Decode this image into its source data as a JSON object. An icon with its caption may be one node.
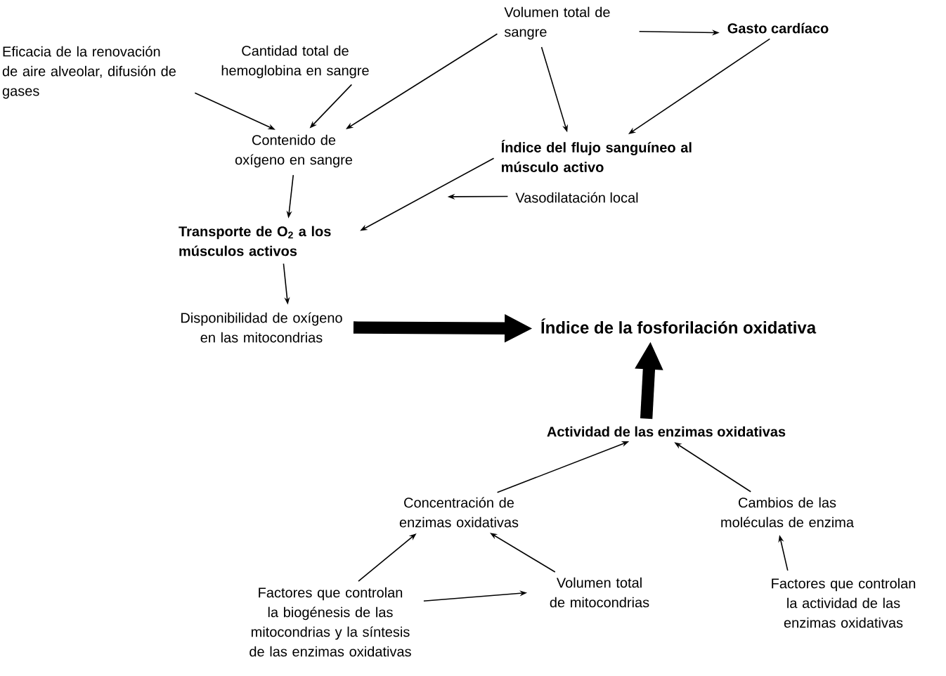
{
  "diagram": {
    "nodes": [
      {
        "text": [
          "Eficacia de la renovación de aire alveolar, difusión de gases"
        ]
      },
      {
        "text": [
          "Cantidad total de hemoglobina en sangre"
        ]
      },
      {
        "text": [
          "Volumen total de sangre"
        ]
      },
      {
        "text": [
          "Gasto cardíaco"
        ]
      },
      {
        "text": [
          "Contenido de oxígeno en sangre"
        ]
      },
      {
        "text": [
          "Índice del flujo sanguíneo al músculo activo"
        ]
      },
      {
        "text": [
          "Vasodilatación local"
        ]
      },
      {
        "text": [
          "Transporte de O$_{2}$ a los músculos activos"
        ]
      },
      {
        "text": [
          "Disponibilidad de oxígeno en las mitocondrias"
        ]
      },
      {
        "text": [
          "Índice de la fosforilación oxidativa"
        ]
      },
      {
        "text": [
          "Actividad de las enzimas oxidativas"
        ]
      },
      {
        "text": [
          "Concentración de enzimas oxidativas"
        ]
      },
      {
        "text": [
          "Cambios de las moléculas de enzima"
        ]
      },
      {
        "text": [
          "Factores que controlan la biogénesis de las mitocondrias y la síntesis de las enzimas oxidativas"
        ]
      },
      {
        "text": [
          "Volumen total de mitocondrias"
        ]
      },
      {
        "text": [
          "Factores que controlan la actividad de las enzimas oxidativas"
        ]
      }
    ],
    "edges": [
      {
        "from": 0,
        "to": 4,
        "arrow": "to"
      },
      {
        "from": 1,
        "to": 4,
        "arrow": "to"
      },
      {
        "from": 2,
        "to": 4,
        "arrow": "to"
      },
      {
        "from": 2,
        "to": 3,
        "arrow": "to"
      },
      {
        "from": 2,
        "to": 5,
        "arrow": "to"
      },
      {
        "from": 3,
        "to": 5,
        "arrow": "to"
      },
      {
        "from": 4,
        "to": 7,
        "arrow": "to"
      },
      {
        "from": 5,
        "to": 7,
        "arrow": "to"
      },
      {
        "from": 6,
        "to": null,
        "arrow": "to"
      },
      {
        "from": 7,
        "to": 8,
        "arrow": "to"
      },
      {
        "from": 8,
        "to": 9,
        "arrow": "to",
        "style": "thick"
      },
      {
        "from": 10,
        "to": 9,
        "arrow": "to",
        "style": "thick"
      },
      {
        "from": 11,
        "to": 10,
        "arrow": "to"
      },
      {
        "from": 12,
        "to": 10,
        "arrow": "to"
      },
      {
        "from": 13,
        "to": 11,
        "arrow": "to"
      },
      {
        "from": 14,
        "to": 11,
        "arrow": "to"
      },
      {
        "from": 13,
        "to": 14,
        "arrow": "to"
      },
      {
        "from": 15,
        "to": 12,
        "arrow": "to"
      }
    ]
  }
}
